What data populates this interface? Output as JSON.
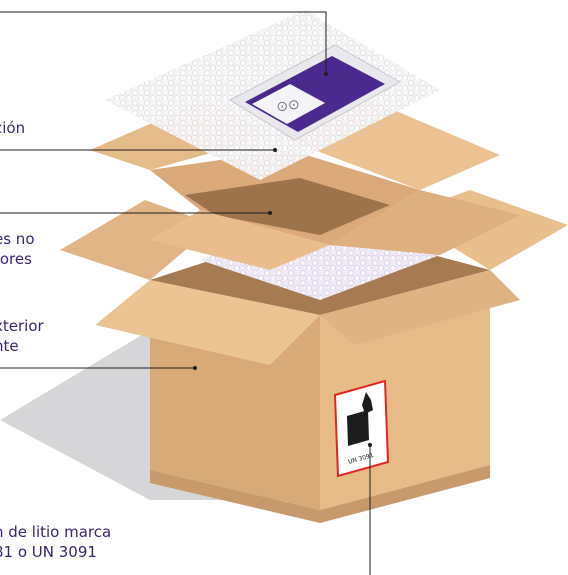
{
  "labels": {
    "cushioning": {
      "lines": [
        "ción"
      ]
    },
    "inner_box": {
      "lines": [
        "es no",
        "tores"
      ]
    },
    "outer_box": {
      "lines": [
        "xterior",
        "nte"
      ]
    },
    "lithium_marking": {
      "lines": [
        "n de litio marca",
        "81 o UN 3091"
      ]
    },
    "hazard_label_code": "UN 3091"
  },
  "colors": {
    "text": "#3a2570",
    "leader_line": "#1d1d1d",
    "cardboard_light": "#e2b98c",
    "cardboard_mid": "#d2a375",
    "cardboard_dark": "#b98a5d",
    "shadow": "#d4d4d6",
    "bubble_wrap": "#f3f1f3",
    "device_purple": "#4a2a8c",
    "hazard_border": "#e0261f"
  }
}
